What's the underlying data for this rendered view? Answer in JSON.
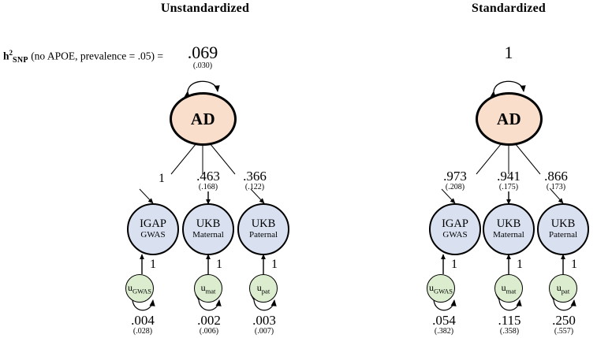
{
  "panels": [
    {
      "id": "unstandardized",
      "title": "Unstandardized",
      "heritability_label": {
        "prefix": "h",
        "superscript": "2",
        "subscript": "SNP",
        "text": " (no APOE, prevalence = .05) = "
      },
      "latent_variance": {
        "value": ".069",
        "se": "(.030)"
      },
      "latent": {
        "label": "AD"
      },
      "loadings": [
        {
          "value": "1",
          "se": ""
        },
        {
          "value": ".463",
          "se": "(.168)"
        },
        {
          "value": ".366",
          "se": "(.122)"
        }
      ],
      "indicators": [
        {
          "line1": "IGAP",
          "line2": "GWAS"
        },
        {
          "line1": "UKB",
          "line2": "Maternal"
        },
        {
          "line1": "UKB",
          "line2": "Paternal"
        }
      ],
      "residual_paths": [
        "1",
        "1",
        "1"
      ],
      "residuals": [
        {
          "base": "u",
          "sub": "GWAS"
        },
        {
          "base": "u",
          "sub": "mat"
        },
        {
          "base": "u",
          "sub": "pat"
        }
      ],
      "residual_variances": [
        {
          "value": ".004",
          "se": "(.028)"
        },
        {
          "value": ".002",
          "se": "(.006)"
        },
        {
          "value": ".003",
          "se": "(.007)"
        }
      ]
    },
    {
      "id": "standardized",
      "title": "Standardized",
      "latent_variance": {
        "value": "1",
        "se": ""
      },
      "latent": {
        "label": "AD"
      },
      "loadings": [
        {
          "value": ".973",
          "se": "(.208)"
        },
        {
          "value": ".941",
          "se": "(.175)"
        },
        {
          "value": ".866",
          "se": "(.173)"
        }
      ],
      "indicators": [
        {
          "line1": "IGAP",
          "line2": "GWAS"
        },
        {
          "line1": "UKB",
          "line2": "Maternal"
        },
        {
          "line1": "UKB",
          "line2": "Paternal"
        }
      ],
      "residual_paths": [
        "1",
        "1",
        "1"
      ],
      "residuals": [
        {
          "base": "u",
          "sub": "GWAS"
        },
        {
          "base": "u",
          "sub": "mat"
        },
        {
          "base": "u",
          "sub": "pat"
        }
      ],
      "residual_variances": [
        {
          "value": ".054",
          "se": "(.382)"
        },
        {
          "value": ".115",
          "se": "(.358)"
        },
        {
          "value": ".250",
          "se": "(.557)"
        }
      ]
    }
  ],
  "colors": {
    "latent_fill": "#f9dfcb",
    "manifest_fill": "#d9e1f1",
    "residual_fill": "#dbeccf",
    "stroke": "#000000",
    "background": "#ffffff"
  }
}
